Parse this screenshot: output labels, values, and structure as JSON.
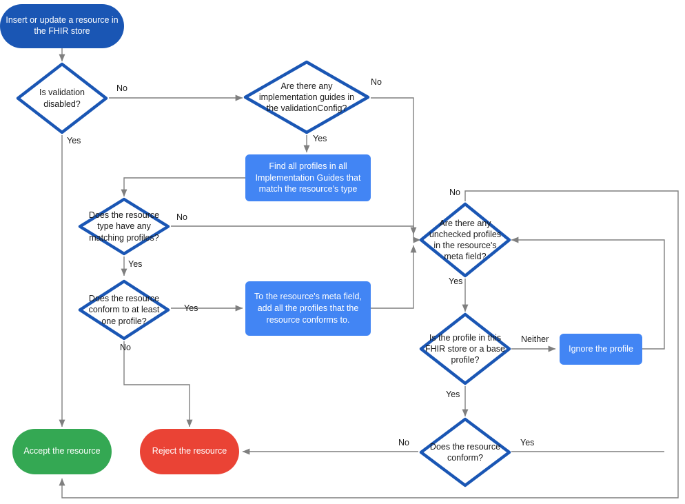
{
  "diagram": {
    "title": "FHIR store resource validation flow",
    "colors": {
      "start_fill": "#1a56b4",
      "process_fill": "#4285f4",
      "accept_fill": "#34a853",
      "reject_fill": "#ea4335",
      "decision_stroke": "#1a56b4",
      "decision_fill": "#ffffff",
      "edge_stroke": "#7f7f7f",
      "text_light": "#ffffff",
      "text_dark": "#1a1a1a",
      "background": "#ffffff"
    },
    "nodes": {
      "start": "Insert or update a resource in the FHIR store",
      "validation_disabled": "Is validation disabled?",
      "implementation_guides": "Are there any implementation guides in the validationConfig?",
      "find_profiles": "Find all profiles in all Implementation Guides that match the resource's type",
      "matching_profiles": "Does the resource type have any matching profiles?",
      "conform_one_profile": "Does the resource conform to at least one profile?",
      "add_profiles_meta": "To the resource's meta field, add all the profiles that the resource conforms to.",
      "unchecked_profiles": "Are there any unchecked profiles in the resource's meta field?",
      "profile_in_store": "Is the profile in this FHIR store or a base profile?",
      "ignore_profile": "Ignore the profile",
      "resource_conform": "Does the resource conform?",
      "accept": "Accept the resource",
      "reject": "Reject the resource"
    },
    "edge_labels": {
      "validation_no": "No",
      "validation_yes": "Yes",
      "guides_no": "No",
      "guides_yes": "Yes",
      "matching_no": "No",
      "matching_yes": "Yes",
      "conform_one_yes": "Yes",
      "conform_one_no": "No",
      "unchecked_no": "No",
      "unchecked_yes": "Yes",
      "profile_neither": "Neither",
      "profile_yes": "Yes",
      "conform_no": "No",
      "conform_yes": "Yes"
    }
  }
}
